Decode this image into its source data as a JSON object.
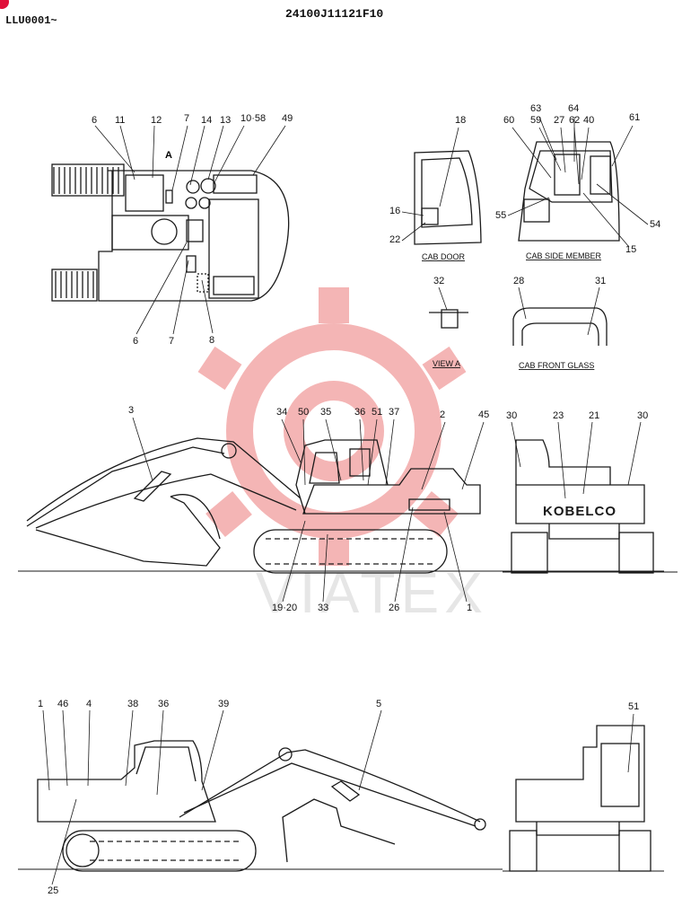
{
  "header": {
    "serial": "LLU0001~",
    "drawing_number": "24100J11121F10"
  },
  "views": {
    "top_view_arrow": "A",
    "cab_door": "CAB DOOR",
    "cab_side_member": "CAB SIDE MEMBER",
    "view_a": "VIEW A",
    "cab_front_glass": "CAB FRONT GLASS",
    "brand_decal": "KOBELCO"
  },
  "callouts": {
    "top": [
      "6",
      "11",
      "12",
      "7",
      "14",
      "13",
      "10·58",
      "49",
      "6",
      "7",
      "8"
    ],
    "cab_door": [
      "18",
      "16",
      "22"
    ],
    "cab_side": [
      "63",
      "64",
      "60",
      "59",
      "27",
      "62",
      "40",
      "61",
      "55",
      "54",
      "15"
    ],
    "view_a": [
      "32"
    ],
    "front_glass": [
      "28",
      "31"
    ],
    "side_left": [
      "3",
      "34",
      "50",
      "35",
      "36",
      "51",
      "37",
      "2",
      "45",
      "19·20",
      "33",
      "26",
      "1"
    ],
    "rear": [
      "30",
      "23",
      "21",
      "30"
    ],
    "side_right": [
      "1",
      "46",
      "4",
      "38",
      "36",
      "39",
      "5",
      "25"
    ],
    "front": [
      "51"
    ]
  },
  "watermark": "VIATEX",
  "colors": {
    "line": "#1a1a1a",
    "watermark": "#f3a9a9",
    "accent": "#e0103a"
  }
}
